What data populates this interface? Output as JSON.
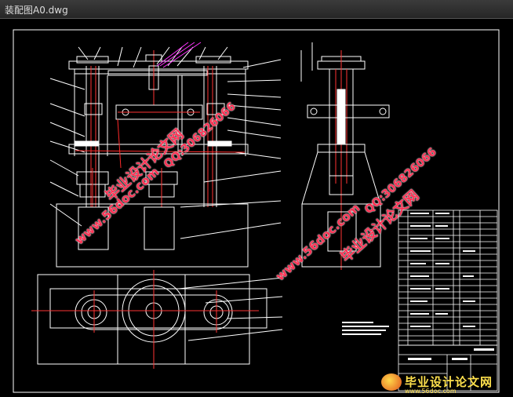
{
  "window": {
    "title": "装配图A0.dwg"
  },
  "watermarks": {
    "site_cn": "毕业设计论文网",
    "site_url": "www.56doc.com",
    "qq": "QQ:306826066"
  },
  "brand": {
    "cn": "毕业设计论文网",
    "url": "www.56doc.com"
  },
  "colors": {
    "background": "#000000",
    "line_white": "#ffffff",
    "line_red": "#ff2a2a",
    "line_magenta": "#ff33ff",
    "line_cyan": "#33ffff",
    "watermark": "#ff3355",
    "brand": "#ffe14d"
  }
}
